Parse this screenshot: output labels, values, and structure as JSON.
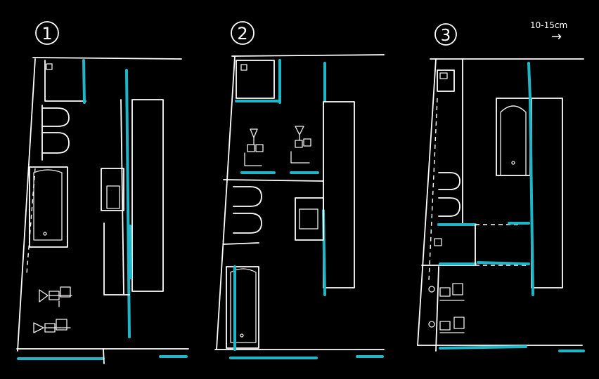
{
  "options": [
    {
      "number": "1"
    },
    {
      "number": "2"
    },
    {
      "number": "3"
    }
  ],
  "annotation": {
    "text": "10-15cm",
    "arrow": "→"
  },
  "colors": {
    "background": "#000000",
    "line": "#ffffff",
    "accent": "#1fb6c8"
  }
}
